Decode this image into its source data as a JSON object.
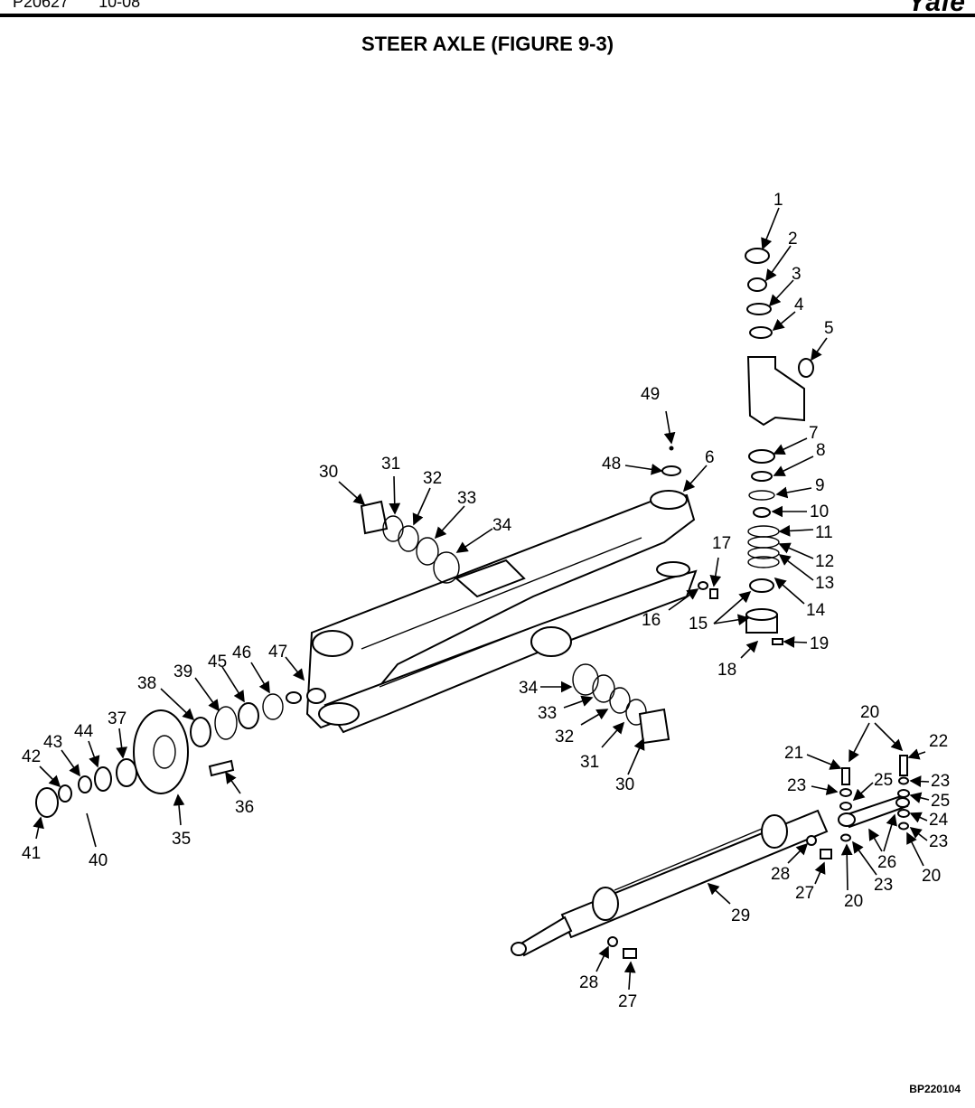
{
  "header": {
    "doc_id": "P20627",
    "date": "10-08",
    "logo": "Yale"
  },
  "title": "STEER AXLE (FIGURE 9-3)",
  "footer": "BP220104",
  "callouts": [
    "1",
    "2",
    "3",
    "4",
    "5",
    "6",
    "7",
    "8",
    "9",
    "10",
    "11",
    "12",
    "13",
    "14",
    "15",
    "16",
    "17",
    "18",
    "19",
    "20",
    "21",
    "22",
    "23",
    "24",
    "25",
    "26",
    "27",
    "28",
    "29",
    "30",
    "31",
    "32",
    "33",
    "34",
    "35",
    "36",
    "37",
    "38",
    "39",
    "40",
    "41",
    "42",
    "43",
    "44",
    "45",
    "46",
    "47",
    "48",
    "49"
  ],
  "callouts_lower": [
    "30",
    "31",
    "32",
    "33",
    "34"
  ],
  "callouts_cyl": [
    "20",
    "20",
    "20",
    "23",
    "23",
    "23",
    "23",
    "25",
    "26",
    "27",
    "28",
    "27",
    "28"
  ]
}
